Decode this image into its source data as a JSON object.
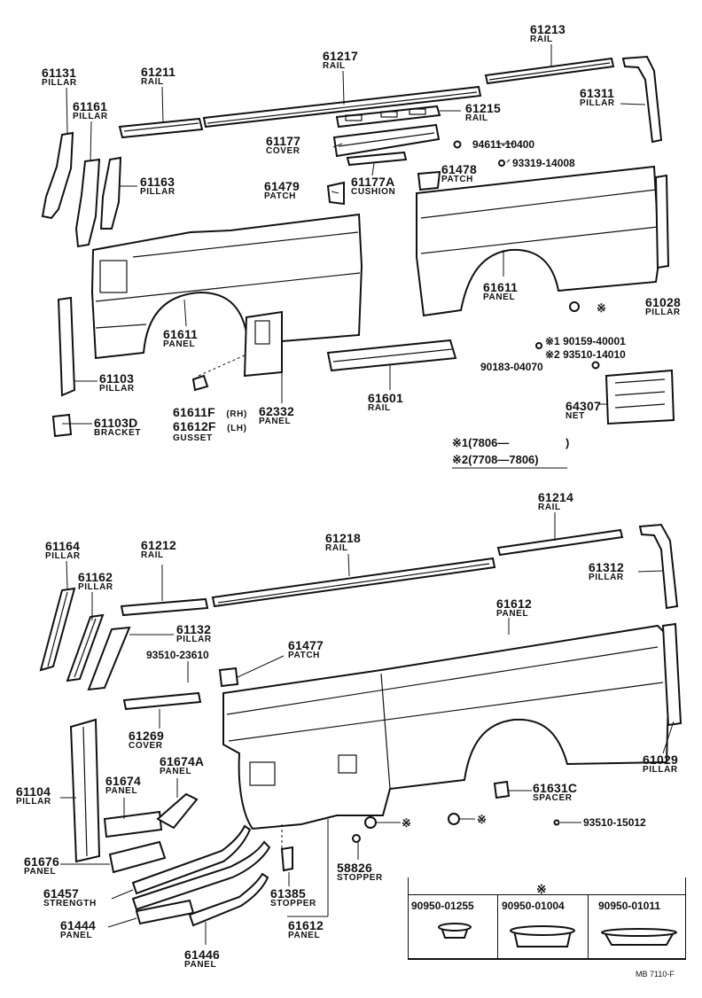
{
  "upper": {
    "p61131": {
      "num": "61131",
      "name": "PILLAR"
    },
    "p61211": {
      "num": "61211",
      "name": "RAIL"
    },
    "p61217": {
      "num": "61217",
      "name": "RAIL"
    },
    "p61213": {
      "num": "61213",
      "name": "RAIL"
    },
    "p61161": {
      "num": "61161",
      "name": "PILLAR"
    },
    "p61311": {
      "num": "61311",
      "name": "PILLAR"
    },
    "p61215": {
      "num": "61215",
      "name": "RAIL"
    },
    "p61177": {
      "num": "61177",
      "name": "COVER"
    },
    "p61177A": {
      "num": "61177A",
      "name": "CUSHION"
    },
    "p61163": {
      "num": "61163",
      "name": "PILLAR"
    },
    "p61479": {
      "num": "61479",
      "name": "PATCH"
    },
    "p61478": {
      "num": "61478",
      "name": "PATCH"
    },
    "p94611": {
      "num": "94611-10400"
    },
    "p93319": {
      "num": "93319-14008"
    },
    "p61611L": {
      "num": "61611",
      "name": "PANEL"
    },
    "p61611R": {
      "num": "61611",
      "name": "PANEL"
    },
    "p61028": {
      "num": "61028",
      "name": "PILLAR"
    },
    "p90159": {
      "num": "※1 90159-40001"
    },
    "p93510a": {
      "num": "※2 93510-14010"
    },
    "p90183": {
      "num": "90183-04070"
    },
    "p61103": {
      "num": "61103",
      "name": "PILLAR"
    },
    "p61601": {
      "num": "61601",
      "name": "RAIL"
    },
    "p64307": {
      "num": "64307",
      "name": "NET"
    },
    "p61103D": {
      "num": "61103D",
      "name": "BRACKET"
    },
    "p61611F": {
      "num": "61611F",
      "side": "(RH)"
    },
    "p61612F": {
      "num": "61612F",
      "side": "(LH)",
      "name": "GUSSET"
    },
    "p62332": {
      "num": "62332",
      "name": "PANEL"
    },
    "legend1": "※1(7806—",
    "legend1_close": ")",
    "legend2": "※2(7708—7806)"
  },
  "lower": {
    "p61214": {
      "num": "61214",
      "name": "RAIL"
    },
    "p61164": {
      "num": "61164",
      "name": "PILLAR"
    },
    "p61212": {
      "num": "61212",
      "name": "RAIL"
    },
    "p61218": {
      "num": "61218",
      "name": "RAIL"
    },
    "p61312": {
      "num": "61312",
      "name": "PILLAR"
    },
    "p61162": {
      "num": "61162",
      "name": "PILLAR"
    },
    "p61612top": {
      "num": "61612",
      "name": "PANEL"
    },
    "p61132": {
      "num": "61132",
      "name": "PILLAR"
    },
    "p93510b": {
      "num": "93510-23610"
    },
    "p61477": {
      "num": "61477",
      "name": "PATCH"
    },
    "p61269": {
      "num": "61269",
      "name": "COVER"
    },
    "p61029": {
      "num": "61029",
      "name": "PILLAR"
    },
    "p61674A": {
      "num": "61674A",
      "name": "PANEL"
    },
    "p61674": {
      "num": "61674",
      "name": "PANEL"
    },
    "p61104": {
      "num": "61104",
      "name": "PILLAR"
    },
    "p61631C": {
      "num": "61631C",
      "name": "SPACER"
    },
    "p93510c": {
      "num": "93510-15012"
    },
    "p61676": {
      "num": "61676",
      "name": "PANEL"
    },
    "p58826": {
      "num": "58826",
      "name": "STOPPER"
    },
    "p61457": {
      "num": "61457",
      "name": "STRENGTH"
    },
    "p61385": {
      "num": "61385",
      "name": "STOPPER"
    },
    "p61444": {
      "num": "61444",
      "name": "PANEL"
    },
    "p61612bot": {
      "num": "61612",
      "name": "PANEL"
    },
    "p61446": {
      "num": "61446",
      "name": "PANEL"
    },
    "asterisk": "※",
    "plugs": [
      "90950-01255",
      "90950-01004",
      "90950-01011"
    ]
  },
  "footer": {
    "code": "MB 7110-F"
  }
}
